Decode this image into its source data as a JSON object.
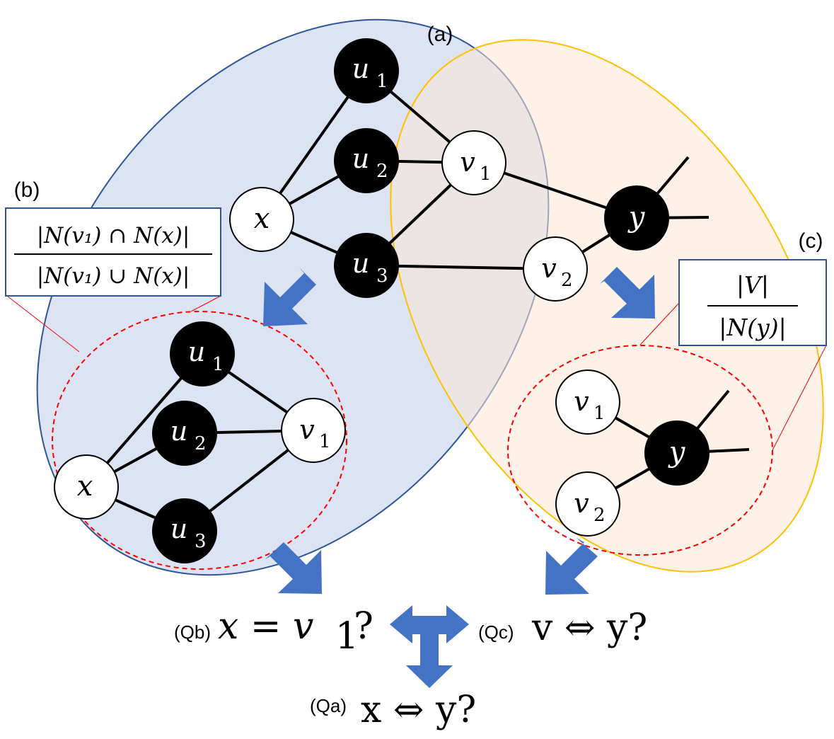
{
  "labels": {
    "a": "(a)",
    "b": "(b)",
    "c": "(c)"
  },
  "formula_b": {
    "numerator": "|N(v₁) ∩ N(x)|",
    "denominator": "|N(v₁) ∪ N(x)|"
  },
  "formula_c": {
    "numerator": "|V|",
    "denominator": "|N(y)|"
  },
  "nodes": {
    "x": "x",
    "u": "u",
    "v": "v",
    "y": "y",
    "sub1": "1",
    "sub2": "2",
    "sub3": "3"
  },
  "queries": {
    "qb_tag": "(Qb)",
    "qb_expr_a": "x = v",
    "qb_expr_sub": "1",
    "qb_expr_b": "?",
    "qc_tag": "(Qc)",
    "qc_expr": "v ⇔ y?",
    "qa_tag": "(Qa)",
    "qa_expr": "x ⇔ y?"
  },
  "colors": {
    "blue_region": "#dae3f3",
    "blue_border": "#2f5597",
    "orange_region": "#fbe5d6",
    "orange_border": "#ffc000",
    "arrow": "#4472c4",
    "dashed_circle": "#ff0000"
  }
}
